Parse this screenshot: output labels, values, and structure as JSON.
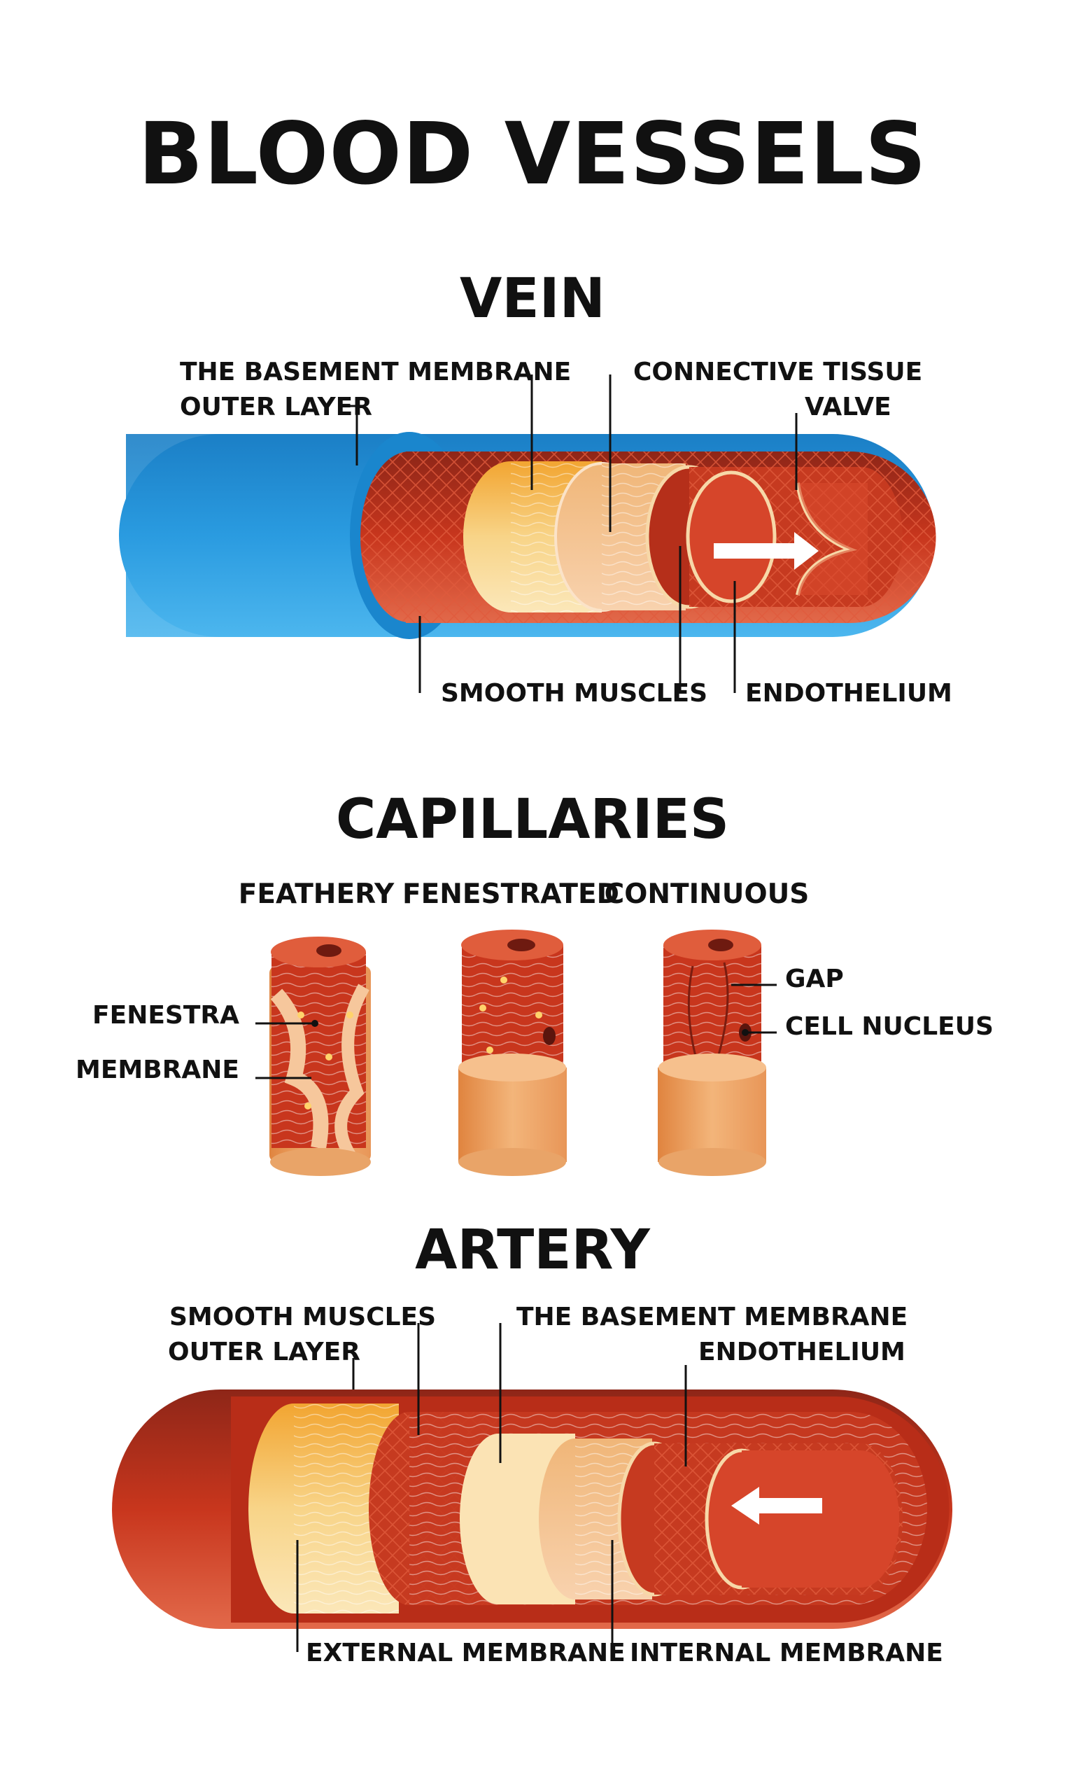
{
  "title": "BLOOD VESSELS",
  "vein": {
    "heading": "VEIN",
    "labels": {
      "basement_membrane": "THE BASEMENT MEMBRANE",
      "outer_layer": "OUTER LAYER",
      "connective_tissue": "CONNECTIVE TISSUE",
      "valve": "VALVE",
      "smooth_muscles": "SMOOTH MUSCLES",
      "endothelium": "ENDOTHELIUM"
    }
  },
  "capillaries": {
    "heading": "CAPILLARIES",
    "types": [
      "FEATHERY",
      "FENESTRATED",
      "CONTINUOUS"
    ],
    "labels": {
      "fenestra": "FENESTRA",
      "membrane": "MEMBRANE",
      "gap": "GAP",
      "cell_nucleus": "CELL NUCLEUS"
    }
  },
  "artery": {
    "heading": "ARTERY",
    "labels": {
      "smooth_muscles": "SMOOTH MUSCLES",
      "outer_layer": "OUTER LAYER",
      "basement_membrane": "THE BASEMENT MEMBRANE",
      "endothelium": "ENDOTHELIUM",
      "external_membrane": "EXTERNAL MEMBRANE",
      "internal_membrane": "INTERNAL  MEMBRANE"
    }
  },
  "colors": {
    "vein_blue": "#1f8fd6",
    "vein_blue_light": "#3aa8e8",
    "muscle_red": "#c8361d",
    "muscle_dark": "#a32a16",
    "tissue_yellow": "#f7d58a",
    "tissue_orange": "#f0b062",
    "peach": "#f4c49a",
    "arrow": "#ffffff"
  }
}
